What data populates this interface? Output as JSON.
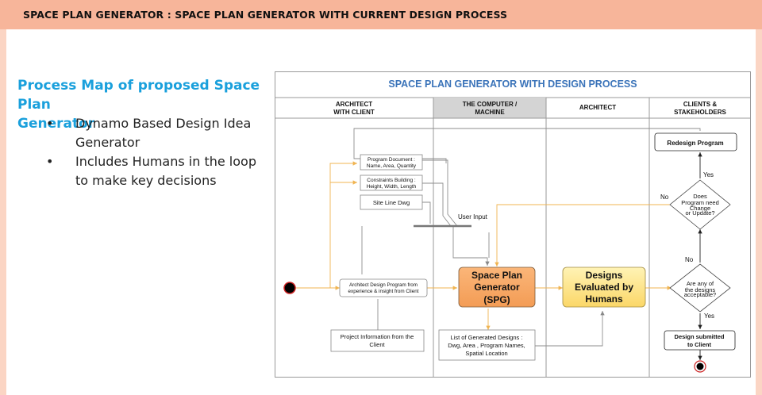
{
  "page": {
    "title": "SPACE PLAN GENERATOR : SPACE PLAN GENERATOR WITH CURRENT DESIGN PROCESS"
  },
  "left": {
    "heading_line1": "Process Map of proposed Space Plan",
    "heading_line2": "Generator",
    "bullets": [
      {
        "line1": "Dynamo Based Design Idea",
        "line2": "Generator"
      },
      {
        "line1": "Includes Humans in the loop",
        "line2": "to make key decisions"
      }
    ]
  },
  "diagram": {
    "title": "SPACE PLAN GENERATOR WITH DESIGN PROCESS",
    "lanes": [
      {
        "line1": "ARCHITECT",
        "line2": "WITH CLIENT"
      },
      {
        "line1": "THE COMPUTER /",
        "line2": "MACHINE"
      },
      {
        "line1": "ARCHITECT",
        "line2": ""
      },
      {
        "line1": "CLIENTS &",
        "line2": "STAKEHOLDERS"
      }
    ],
    "nodes": {
      "program_doc": {
        "line1": "Program Document :",
        "line2": "Name, Area, Quantity"
      },
      "constraints": {
        "line1": "Constraints Building :",
        "line2": "Height, Width, Length"
      },
      "site_line": "Site Line Dwg",
      "user_input": "User Input",
      "arch_program": {
        "line1": "Architect Design Program from",
        "line2": "experience & insight from Client"
      },
      "project_info": {
        "line1": "Project Information from the",
        "line2": "Client"
      },
      "spg": {
        "line1": "Space Plan",
        "line2": "Generator",
        "line3": "(SPG)"
      },
      "generated": {
        "line1": "List of Generated Designs :",
        "line2": "Dwg, Area , Program Names,",
        "line3": "Spatial Location"
      },
      "evaluated": {
        "line1": "Designs",
        "line2": "Evaluated by",
        "line3": "Humans"
      },
      "redesign": "Redesign Program",
      "decision_change": {
        "line1": "Does",
        "line2": "Program need",
        "line3": "Change",
        "line4": "or Update?"
      },
      "decision_accept": {
        "line1": "Are any of",
        "line2": "the designs",
        "line3": "acceptable?"
      },
      "submitted": {
        "line1": "Design submitted",
        "line2": "to Client"
      }
    },
    "labels": {
      "yes_top": "Yes",
      "no_top": "No",
      "no_mid": "No",
      "yes_bottom": "Yes"
    },
    "colors": {
      "arrow": "#f0b451",
      "line": "#8e8e8e",
      "spg_fill": "#f7a460",
      "eval_fill": "#fde58c",
      "title": "#3a73b9"
    }
  }
}
